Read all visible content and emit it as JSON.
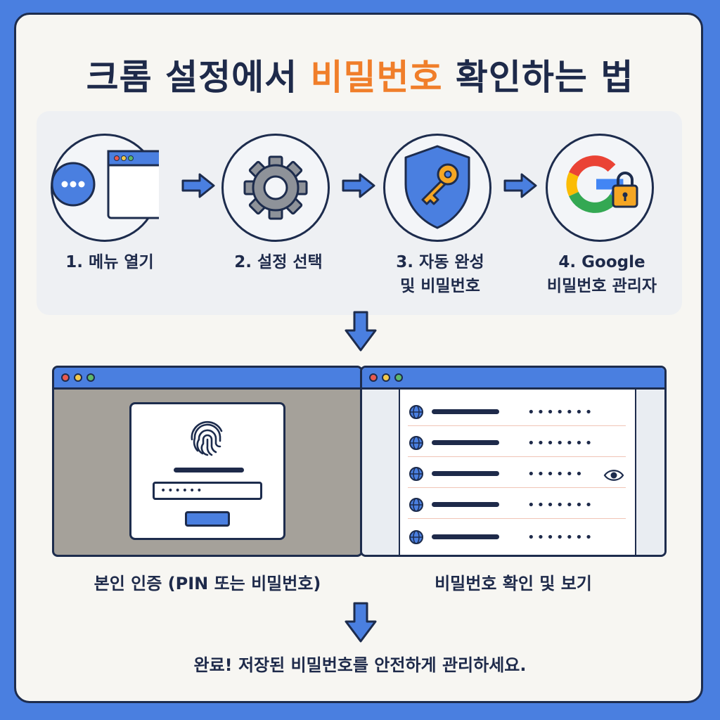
{
  "title": {
    "prefix": "크롬 설정에서 ",
    "highlight": "비밀번호",
    "suffix": " 확인하는 법"
  },
  "steps": [
    {
      "line1": "1. 메뉴 열기",
      "line2": ""
    },
    {
      "line1": "2. 설정 선택",
      "line2": ""
    },
    {
      "line1": "3. 자동 완성",
      "line2": "및 비밀번호"
    },
    {
      "line1": "4. Google",
      "line2": "비밀번호 관리자"
    }
  ],
  "auth_panel": {
    "mask": "••••••",
    "caption": "본인 인증 (PIN 또는 비밀번호)"
  },
  "password_panel": {
    "caption": "비밀번호 확인 및 보기",
    "rows": [
      "•••••••",
      "•••••••",
      "••••••",
      "•••••••",
      "•••••••"
    ]
  },
  "completion": "완료! 저장된 비밀번호를 안전하게 관리하세요.",
  "colors": {
    "accent": "#4a7fe0",
    "highlight": "#f07e2a",
    "ink": "#1e2a4a",
    "key": "#f5a623"
  }
}
